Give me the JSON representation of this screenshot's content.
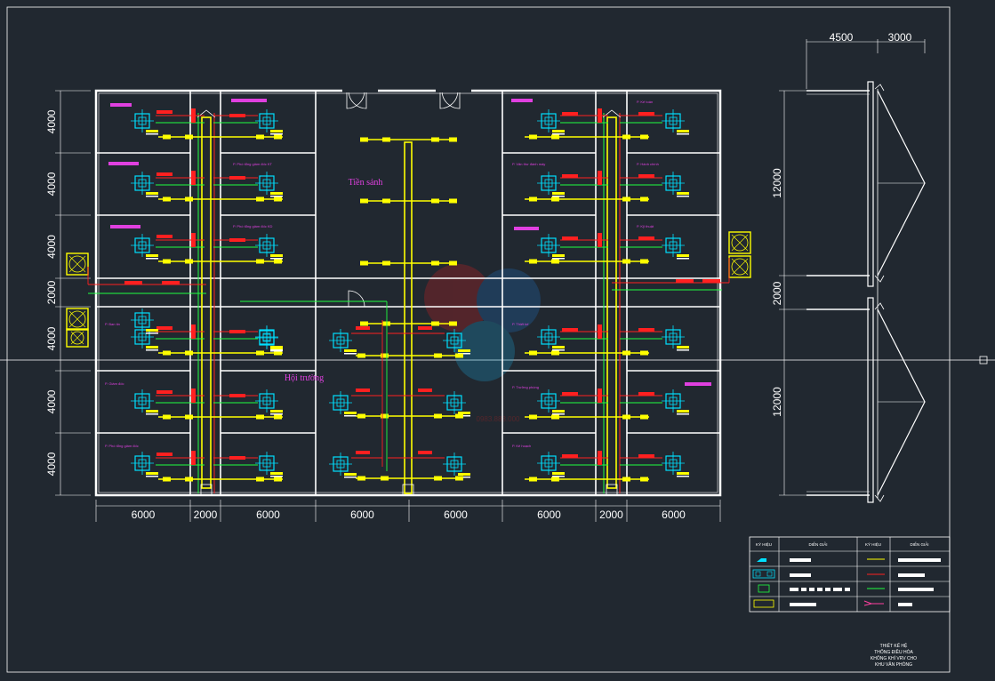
{
  "plan": {
    "dims_x": [
      "6000",
      "2000",
      "6000",
      "6000",
      "6000",
      "6000",
      "2000",
      "6000"
    ],
    "dims_y": [
      "4000",
      "4000",
      "4000",
      "2000",
      "4000",
      "4000",
      "4000"
    ],
    "section_dims_x": [
      "4500",
      "3000"
    ],
    "section_dims_y": [
      "12000",
      "2000",
      "12000"
    ],
    "label_lobby": "Tiền sảnh",
    "label_hall": "Hội trường",
    "room_labels": [
      "P. Phó tổng giám đốc KT",
      "P. Phó tổng giám đốc KD",
      "P. Văn thư đánh máy",
      "P. Hành chính",
      "P. Ban tin",
      "P. Kỹ thuật",
      "P. Kế toán",
      "P. Thiết kế",
      "P. Giám đốc",
      "P. Trưởng phòng",
      "P. Phó tổng giám đốc",
      "P. Kế hoạch"
    ],
    "watermark": "0983.888.000"
  },
  "legend": {
    "col_symbol": "KÝ HIỆU",
    "col_desc": "DIỄN GIẢI"
  },
  "title_block": {
    "lines": [
      "THIẾT KẾ HỆ",
      "THỐNG ĐIỀU HÒA",
      "KHÔNG KHÍ VRV CHO",
      "KHU VĂN PHÒNG"
    ]
  },
  "colors": {
    "background": "#212830",
    "wall": "#ffffff",
    "duct": "#ffff00",
    "pipe_red": "#ff2020",
    "pipe_green": "#20ff40",
    "indoor_unit": "#00e0ff",
    "label": "#e040e0"
  }
}
